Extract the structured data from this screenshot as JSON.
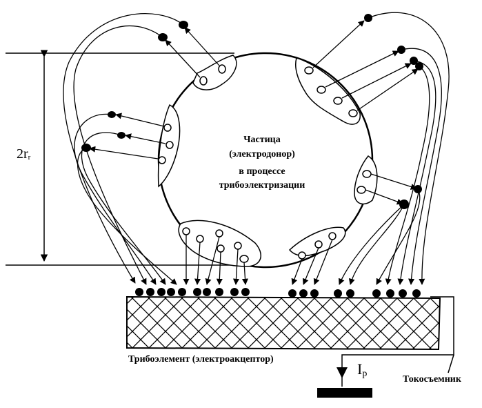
{
  "particle": {
    "line1": "Частица",
    "line2": "(электродонор)",
    "line3": "в процессе",
    "line4": "трибоэлектризации"
  },
  "dimension": {
    "main": "2r",
    "sub": "r"
  },
  "triboelement": {
    "label": "Трибоэлемент (электроакцептор)"
  },
  "collector": {
    "label": "Токосъемник"
  },
  "current": {
    "main": "I",
    "sub": "p"
  }
}
